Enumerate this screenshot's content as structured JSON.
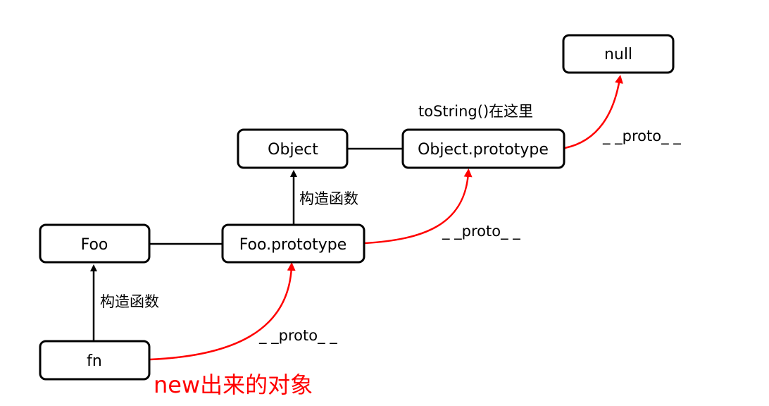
{
  "nodes": {
    "null": "null",
    "object": "Object",
    "object_prototype": "Object.prototype",
    "foo": "Foo",
    "foo_prototype": "Foo.prototype",
    "fn": "fn"
  },
  "labels": {
    "tostring_note": "toString()在这里",
    "constructor_upper": "构造函数",
    "constructor_lower": "构造函数",
    "proto_top": "_ _proto_ _",
    "proto_middle": "_ _proto_ _",
    "proto_bottom": "_ _proto_ _",
    "new_object_caption": "new出来的对象"
  },
  "colors": {
    "proto_link": "#ff0000",
    "caption": "#ff0000",
    "node_border": "#000000"
  }
}
